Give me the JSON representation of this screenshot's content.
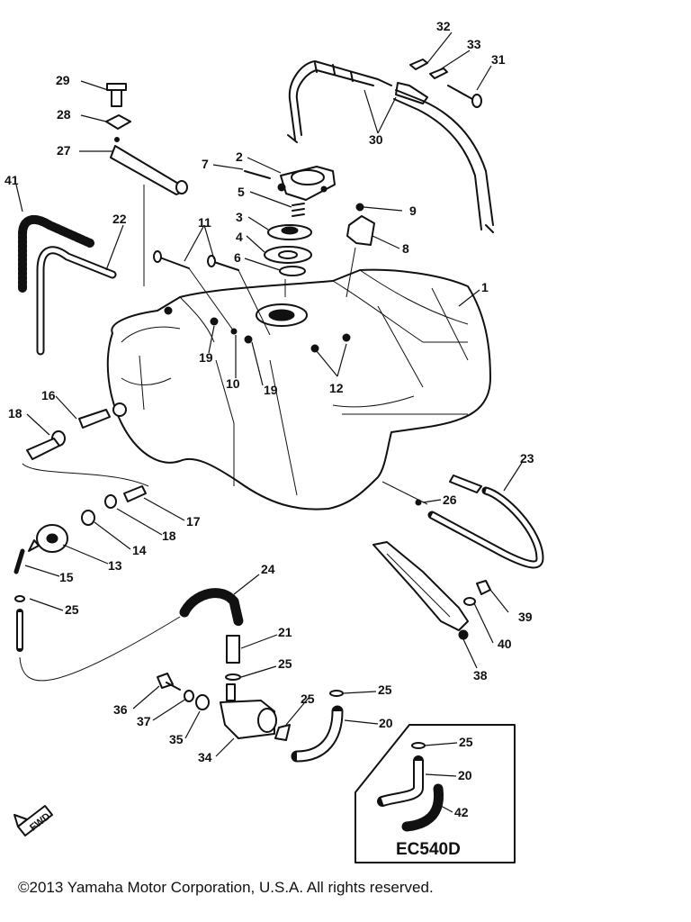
{
  "diagram": {
    "callouts": [
      {
        "id": "c1",
        "text": "1"
      },
      {
        "id": "c2",
        "text": "2"
      },
      {
        "id": "c3",
        "text": "3"
      },
      {
        "id": "c4",
        "text": "4"
      },
      {
        "id": "c5",
        "text": "5"
      },
      {
        "id": "c6",
        "text": "6"
      },
      {
        "id": "c7",
        "text": "7"
      },
      {
        "id": "c8",
        "text": "8"
      },
      {
        "id": "c9",
        "text": "9"
      },
      {
        "id": "c10",
        "text": "10"
      },
      {
        "id": "c11",
        "text": "11"
      },
      {
        "id": "c12",
        "text": "12"
      },
      {
        "id": "c13",
        "text": "13"
      },
      {
        "id": "c14",
        "text": "14"
      },
      {
        "id": "c15",
        "text": "15"
      },
      {
        "id": "c16",
        "text": "16"
      },
      {
        "id": "c17",
        "text": "17"
      },
      {
        "id": "c18a",
        "text": "18"
      },
      {
        "id": "c18b",
        "text": "18"
      },
      {
        "id": "c19a",
        "text": "19"
      },
      {
        "id": "c19b",
        "text": "19"
      },
      {
        "id": "c20a",
        "text": "20"
      },
      {
        "id": "c20b",
        "text": "20"
      },
      {
        "id": "c21",
        "text": "21"
      },
      {
        "id": "c22",
        "text": "22"
      },
      {
        "id": "c23",
        "text": "23"
      },
      {
        "id": "c24",
        "text": "24"
      },
      {
        "id": "c25a",
        "text": "25"
      },
      {
        "id": "c25b",
        "text": "25"
      },
      {
        "id": "c25c",
        "text": "25"
      },
      {
        "id": "c25d",
        "text": "25"
      },
      {
        "id": "c25e",
        "text": "25"
      },
      {
        "id": "c26",
        "text": "26"
      },
      {
        "id": "c27",
        "text": "27"
      },
      {
        "id": "c28",
        "text": "28"
      },
      {
        "id": "c29",
        "text": "29"
      },
      {
        "id": "c30",
        "text": "30"
      },
      {
        "id": "c31",
        "text": "31"
      },
      {
        "id": "c32",
        "text": "32"
      },
      {
        "id": "c33",
        "text": "33"
      },
      {
        "id": "c34",
        "text": "34"
      },
      {
        "id": "c35",
        "text": "35"
      },
      {
        "id": "c36",
        "text": "36"
      },
      {
        "id": "c37",
        "text": "37"
      },
      {
        "id": "c38",
        "text": "38"
      },
      {
        "id": "c39",
        "text": "39"
      },
      {
        "id": "c40",
        "text": "40"
      },
      {
        "id": "c41",
        "text": "41"
      },
      {
        "id": "c42",
        "text": "42"
      }
    ],
    "inset_label": "EC540D",
    "fwd_label": "FWD"
  },
  "footer": {
    "copyright": "©2013 Yamaha Motor Corporation, U.S.A. All rights reserved."
  }
}
